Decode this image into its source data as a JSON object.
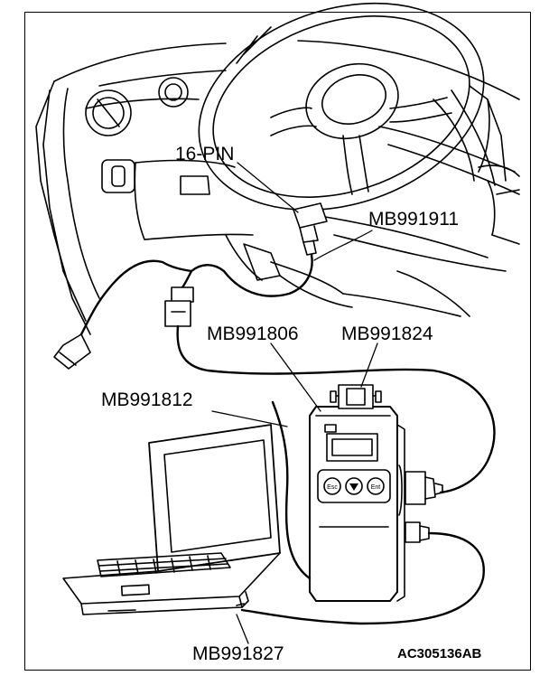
{
  "labels": {
    "pin16": "16-PIN",
    "mb991911": "MB991911",
    "mb991806": "MB991806",
    "mb991824": "MB991824",
    "mb991812": "MB991812",
    "mb991827": "MB991827"
  },
  "figure_code": "AC305136AB",
  "device_buttons": {
    "esc": "Esc",
    "down": "▼",
    "enter": "Ent"
  }
}
